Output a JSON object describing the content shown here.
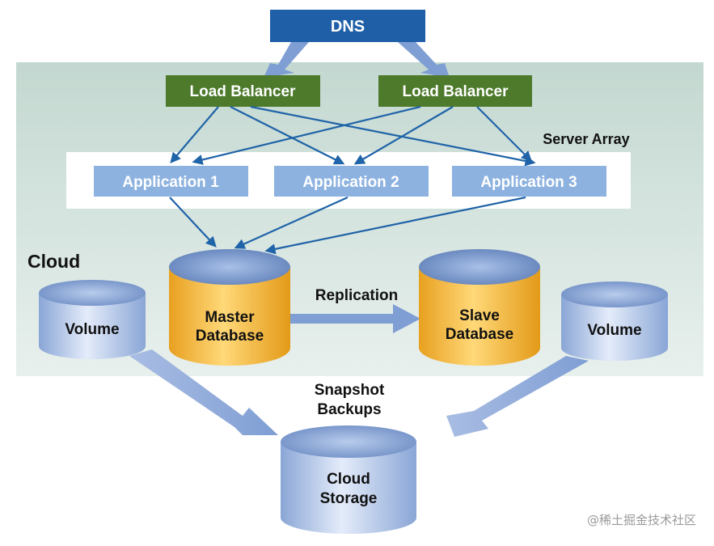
{
  "dns": {
    "label": "DNS"
  },
  "load_balancers": [
    {
      "label": "Load Balancer"
    },
    {
      "label": "Load Balancer"
    }
  ],
  "server_array": {
    "label": "Server Array",
    "applications": [
      {
        "label": "Application 1"
      },
      {
        "label": "Application 2"
      },
      {
        "label": "Application 3"
      }
    ]
  },
  "cloud": {
    "label": "Cloud"
  },
  "databases": {
    "master": {
      "line1": "Master",
      "line2": "Database"
    },
    "slave": {
      "line1": "Slave",
      "line2": "Database"
    },
    "replication_label": "Replication"
  },
  "volumes": [
    {
      "label": "Volume"
    },
    {
      "label": "Volume"
    }
  ],
  "snapshot": {
    "line1": "Snapshot",
    "line2": "Backups"
  },
  "cloud_storage": {
    "line1": "Cloud",
    "line2": "Storage"
  },
  "watermark": "@稀土掘金技术社区",
  "colors": {
    "dns": "#1f5fa8",
    "load_balancer": "#4e7a2c",
    "application": "#8db2e0",
    "cloud_bg": "#cfe0d8",
    "arrow": "#1f63a8",
    "wide_arrow": "#8fa9d6",
    "cylinder_blue": "#9db8e0",
    "cylinder_gold": "#f0b030"
  }
}
